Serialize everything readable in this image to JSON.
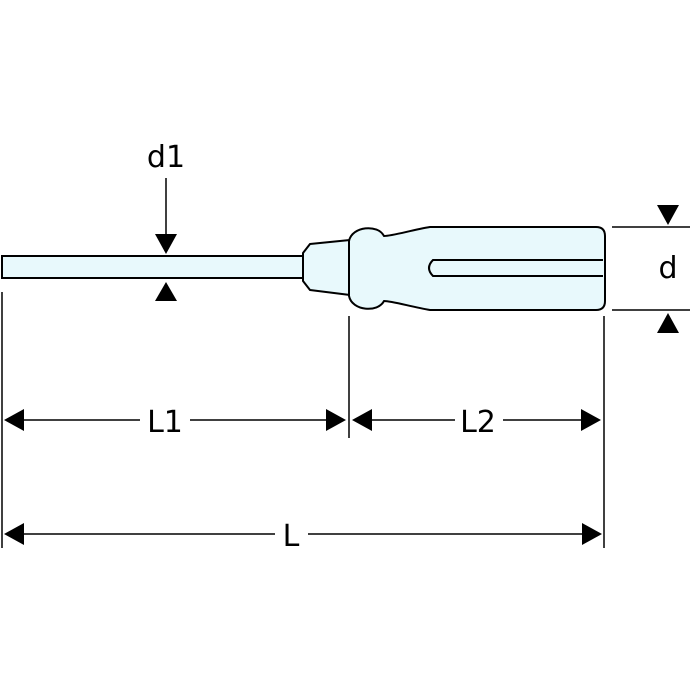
{
  "colors": {
    "fill": "#e8f9fc",
    "stroke": "#000000",
    "background": "#ffffff"
  },
  "labels": {
    "d1": "d1",
    "d": "d",
    "L1": "L1",
    "L2": "L2",
    "L": "L"
  }
}
